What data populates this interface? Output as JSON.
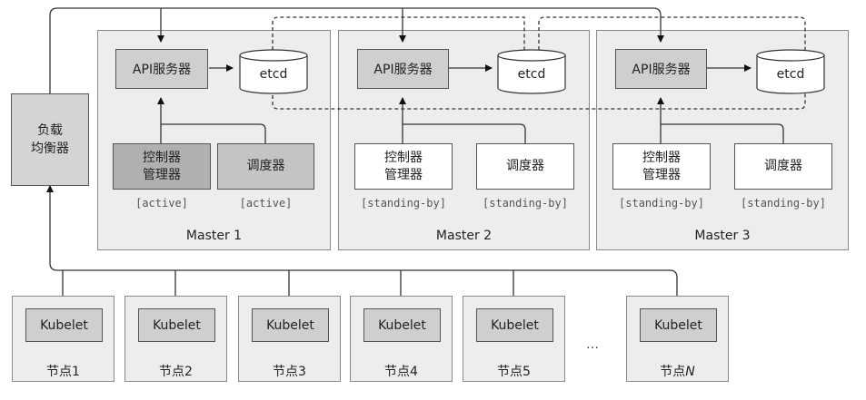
{
  "load_balancer": {
    "label": "负载\n均衡器"
  },
  "masters": [
    {
      "label": "Master 1",
      "api": "API服务器",
      "etcd": "etcd",
      "controller": "控制器\n管理器",
      "scheduler": "调度器",
      "controller_state": "[active]",
      "scheduler_state": "[active]"
    },
    {
      "label": "Master 2",
      "api": "API服务器",
      "etcd": "etcd",
      "controller": "控制器\n管理器",
      "scheduler": "调度器",
      "controller_state": "[standing-by]",
      "scheduler_state": "[standing-by]"
    },
    {
      "label": "Master 3",
      "api": "API服务器",
      "etcd": "etcd",
      "controller": "控制器\n管理器",
      "scheduler": "调度器",
      "controller_state": "[standing-by]",
      "scheduler_state": "[standing-by]"
    }
  ],
  "nodes": [
    {
      "kubelet": "Kubelet",
      "label": "节点1"
    },
    {
      "kubelet": "Kubelet",
      "label": "节点2"
    },
    {
      "kubelet": "Kubelet",
      "label": "节点3"
    },
    {
      "kubelet": "Kubelet",
      "label": "节点4"
    },
    {
      "kubelet": "Kubelet",
      "label": "节点5"
    },
    {
      "kubelet": "Kubelet",
      "label": "节点",
      "label_italic": "N"
    }
  ],
  "ellipsis": "…"
}
